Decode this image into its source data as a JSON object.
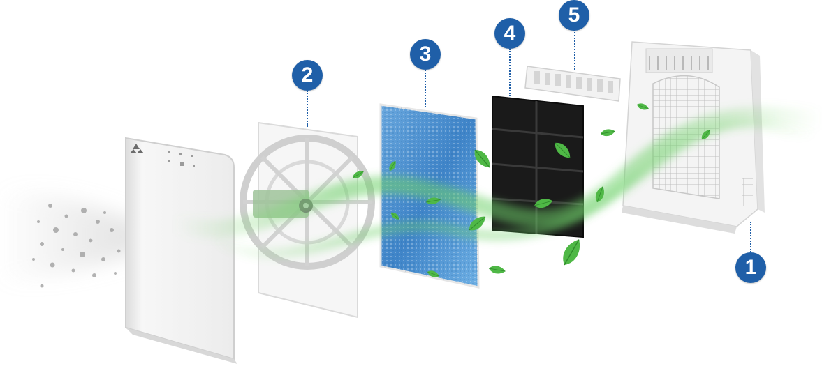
{
  "callouts": [
    {
      "number": "1"
    },
    {
      "number": "2"
    },
    {
      "number": "3"
    },
    {
      "number": "4"
    },
    {
      "number": "5"
    }
  ],
  "colors": {
    "badge": "#1f5fa8",
    "airflow": "#6fd16a",
    "leaf": "#4fb846",
    "hepa_filter": "#4a8fd0",
    "carbon_filter": "#1a1a1a",
    "housing": "#f4f4f4"
  },
  "icons": [
    "brand-logo-icon",
    "leaf-icon",
    "dust-particle-icon"
  ]
}
